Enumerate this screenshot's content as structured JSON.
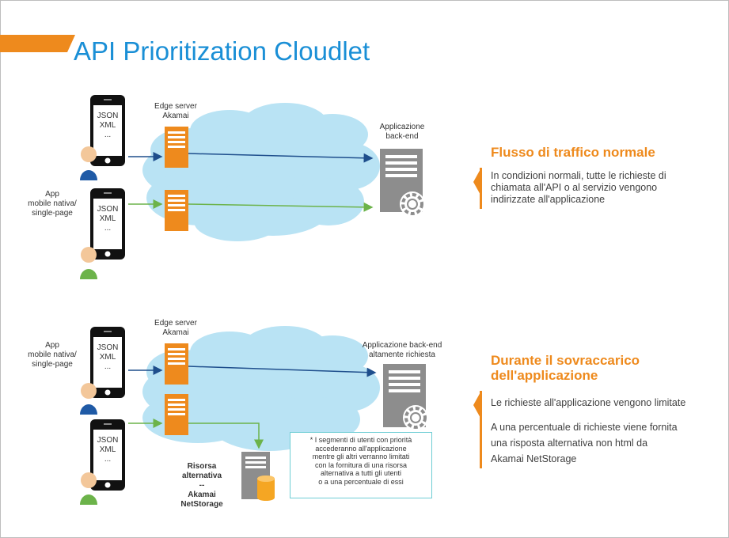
{
  "title": "API Prioritization Cloudlet",
  "top": {
    "edge_label": [
      "Edge server",
      "Akamai"
    ],
    "app_backend_label": [
      "Applicazione",
      "back-end"
    ],
    "app_client_label": [
      "App",
      "mobile nativa/",
      "single-page"
    ],
    "phone1_text": [
      "JSON",
      "XML",
      "..."
    ],
    "phone2_text": [
      "JSON",
      "XML",
      "..."
    ]
  },
  "bottom": {
    "edge_label": [
      "Edge server",
      "Akamai"
    ],
    "app_backend_label": [
      "Applicazione back-end",
      "altamente richiesta"
    ],
    "app_client_label": [
      "App",
      "mobile nativa/",
      "single-page"
    ],
    "phone1_text": [
      "JSON",
      "XML",
      "..."
    ],
    "phone2_text": [
      "JSON",
      "XML",
      "..."
    ],
    "alt_resource_label": [
      "Risorsa",
      "alternativa",
      "--",
      "Akamai",
      "NetStorage"
    ],
    "note": [
      "* I segmenti di utenti con priorità",
      "accederanno all'applicazione",
      "mentre gli altri verranno limitati",
      "con la fornitura di una risorsa",
      "alternativa a tutti gli utenti",
      "o a una percentuale di essi"
    ]
  },
  "side1": {
    "title": "Flusso di traffico normale",
    "text": [
      "In condizioni normali, tutte le richieste di",
      "chiamata all'API o al servizio vengono",
      "indirizzate all'applicazione"
    ]
  },
  "side2": {
    "title": [
      "Durante il sovraccarico",
      "dell'applicazione"
    ],
    "text1": "Le richieste all'applicazione vengono limitate",
    "text2": [
      "A una percentuale di richieste viene fornita",
      "una risposta alternativa non html da",
      "Akamai NetStorage"
    ]
  },
  "colors": {
    "accent_orange": "#ee8a1d",
    "title_blue": "#1a8fd6",
    "cloud": "#b9e3f4",
    "arrow_blue": "#1e4e8c",
    "arrow_green": "#6cb34a",
    "server_gray": "#8d8d8d",
    "user_blue": "#1f5aa6",
    "user_green": "#6cb34a",
    "skin": "#f3c79a"
  }
}
